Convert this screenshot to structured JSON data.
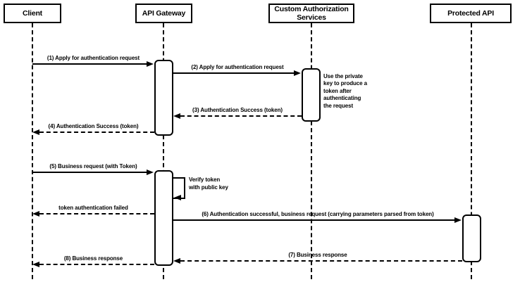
{
  "diagram": {
    "type": "uml-sequence",
    "colors": {
      "stroke": "#000000",
      "background": "#ffffff",
      "text": "#000000"
    },
    "actors": [
      {
        "label": "Client"
      },
      {
        "label": "API Gateway"
      },
      {
        "label": "Custom Authorization\nServices"
      },
      {
        "label": "Protected API"
      }
    ],
    "messages": [
      {
        "text": "(1) Apply for authentication request",
        "from": "Client",
        "to": "API Gateway",
        "style": "solid"
      },
      {
        "text": "(2) Apply for authentication request",
        "from": "API Gateway",
        "to": "Custom Authorization Services",
        "style": "solid"
      },
      {
        "text": "(3) Authentication Success (token)",
        "from": "Custom Authorization Services",
        "to": "API Gateway",
        "style": "dashed"
      },
      {
        "text": "(4) Authentication Success (token)",
        "from": "API Gateway",
        "to": "Client",
        "style": "dashed"
      },
      {
        "text": "(5) Business request (with Token)",
        "from": "Client",
        "to": "API Gateway",
        "style": "solid"
      },
      {
        "text": "Verify token\nwith public key",
        "from": "API Gateway",
        "to": "API Gateway",
        "style": "self"
      },
      {
        "text": "token authentication failed",
        "from": "API Gateway",
        "to": "Client",
        "style": "dashed"
      },
      {
        "text": "(6) Authentication successful, business request (carrying parameters parsed from token)",
        "from": "API Gateway",
        "to": "Protected API",
        "style": "solid"
      },
      {
        "text": "(7) Business response",
        "from": "Protected API",
        "to": "API Gateway",
        "style": "dashed"
      },
      {
        "text": "(8) Business response",
        "from": "API Gateway",
        "to": "Client",
        "style": "dashed"
      }
    ],
    "notes": [
      {
        "text": "Use the private\nkey to produce a\ntoken after\nauthenticating\nthe request",
        "attached_to": "Custom Authorization Services"
      }
    ]
  }
}
